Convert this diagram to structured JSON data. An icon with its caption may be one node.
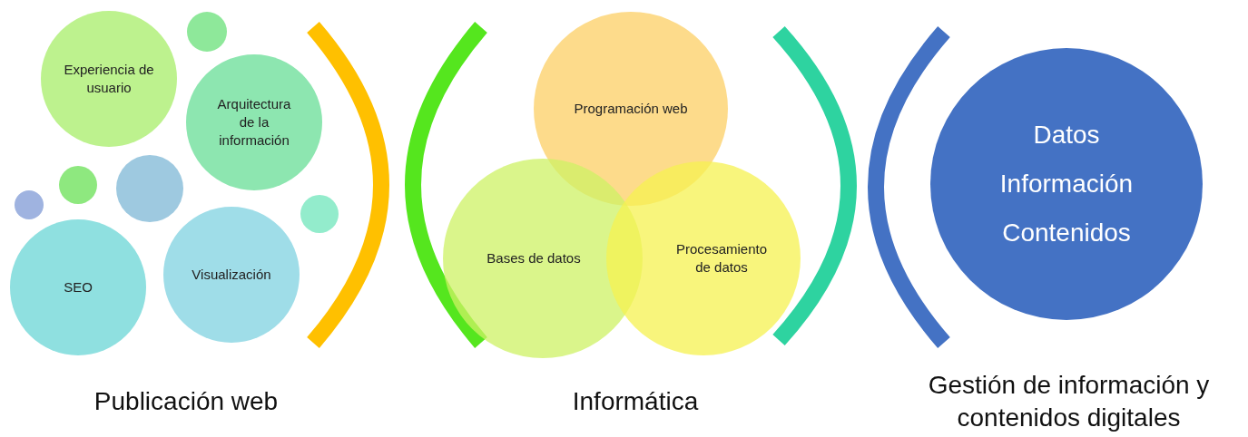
{
  "diagram": {
    "nodes": [
      {
        "text": [
          "Experiencia de usuario"
        ]
      },
      {
        "text": [],
        "shape": "circle"
      },
      {
        "text": [
          "Arquitectura de la información"
        ]
      },
      {
        "text": [],
        "shape": "circle"
      },
      {
        "text": [],
        "shape": "circle"
      },
      {
        "text": [],
        "shape": "circle"
      },
      {
        "text": [],
        "shape": "circle"
      },
      {
        "text": [
          "SEO"
        ]
      },
      {
        "text": [
          "Visualización"
        ]
      },
      {
        "text": [
          "Programación web"
        ]
      },
      {
        "text": [
          "Bases de datos"
        ]
      },
      {
        "text": [
          "Procesamiento de datos"
        ]
      },
      {
        "text": [
          "Datos",
          "Información",
          "Contenidos"
        ]
      }
    ],
    "edges": [],
    "labels": [
      "Publicación web",
      "Informática",
      "Gestión de información y contenidos digitales"
    ]
  }
}
